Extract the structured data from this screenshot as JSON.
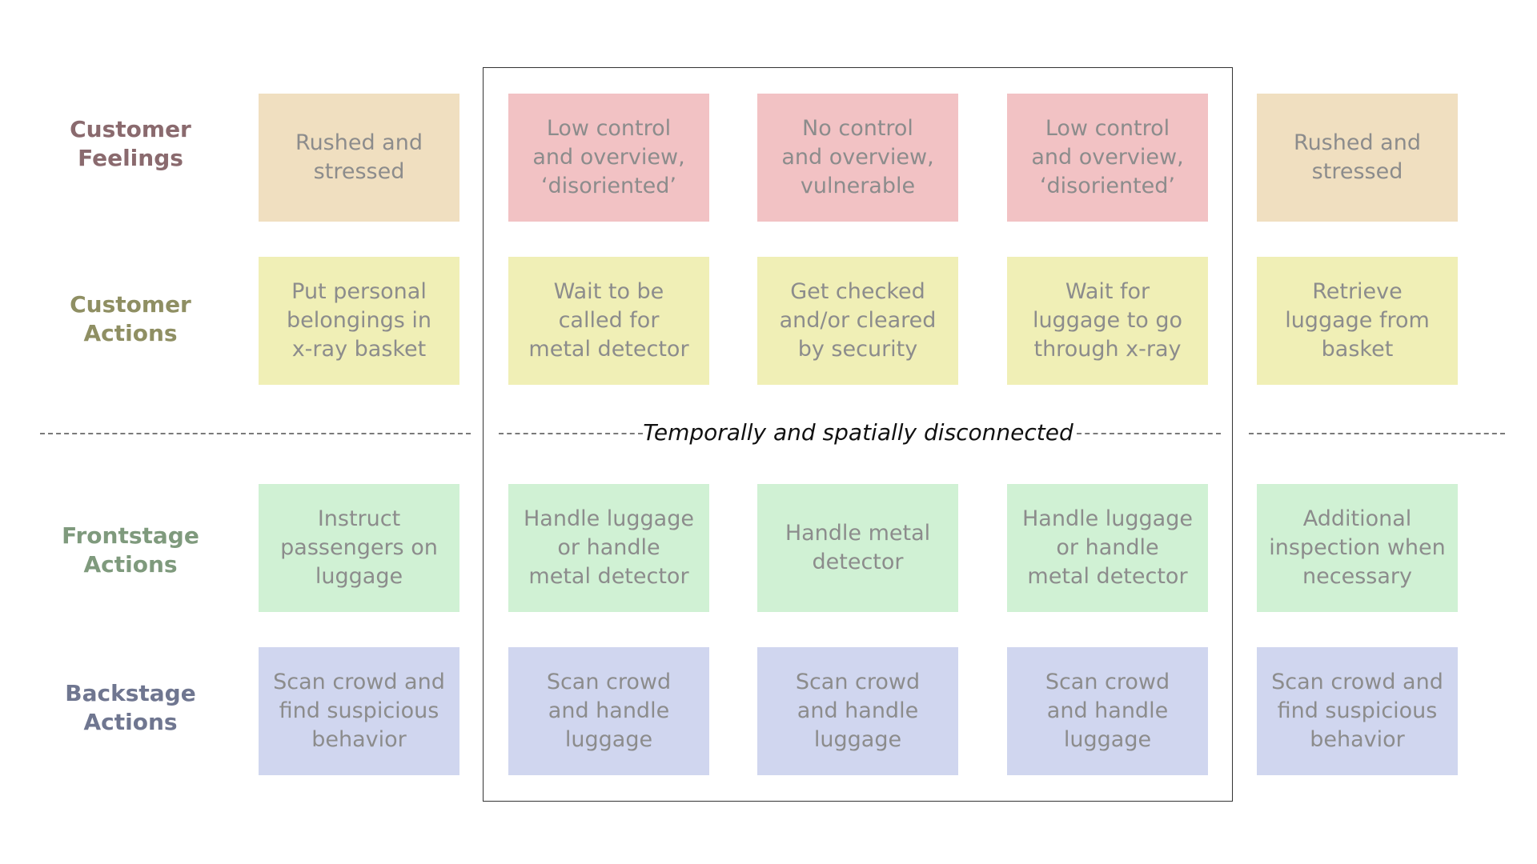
{
  "colors": {
    "feelings_tan": "#f0dfc0",
    "feelings_pink": "#f2c2c4",
    "actions": "#f0efb6",
    "frontstage": "#d0f1d4",
    "backstage": "#d0d6ef",
    "label_feelings": "#8a6a6e",
    "label_actions": "#8f8f63",
    "label_frontstage": "#7f9a7d",
    "label_backstage": "#6f7690",
    "card_text": "#8c8c8c",
    "frame": "#333333",
    "dash": "#7a7a7a"
  },
  "row_labels": {
    "feelings": "Customer\nFeelings",
    "actions": "Customer\nActions",
    "frontstage": "Frontstage\nActions",
    "backstage": "Backstage\nActions"
  },
  "divider": {
    "text": "Temporally and spatially disconnected"
  },
  "feelings": [
    "Rushed and\nstressed",
    "Low control\nand overview,\n‘disoriented’",
    "No control\nand overview,\nvulnerable",
    "Low control\nand overview,\n‘disoriented’",
    "Rushed and\nstressed"
  ],
  "actions": [
    "Put personal\nbelongings in\nx-ray basket",
    "Wait to be\ncalled for\nmetal detector",
    "Get checked\nand/or cleared\nby security",
    "Wait for\nluggage to go\nthrough x-ray",
    "Retrieve\nluggage from\nbasket"
  ],
  "frontstage": [
    "Instruct\npassengers on\nluggage",
    "Handle luggage\nor handle\nmetal detector",
    "Handle metal\ndetector",
    "Handle luggage\nor handle\nmetal detector",
    "Additional\ninspection when\nnecessary"
  ],
  "backstage": [
    "Scan crowd and\nfind suspicious\nbehavior",
    "Scan crowd\nand handle\nluggage",
    "Scan crowd\nand handle\nluggage",
    "Scan crowd\nand handle\nluggage",
    "Scan crowd and\nfind suspicious\nbehavior"
  ]
}
